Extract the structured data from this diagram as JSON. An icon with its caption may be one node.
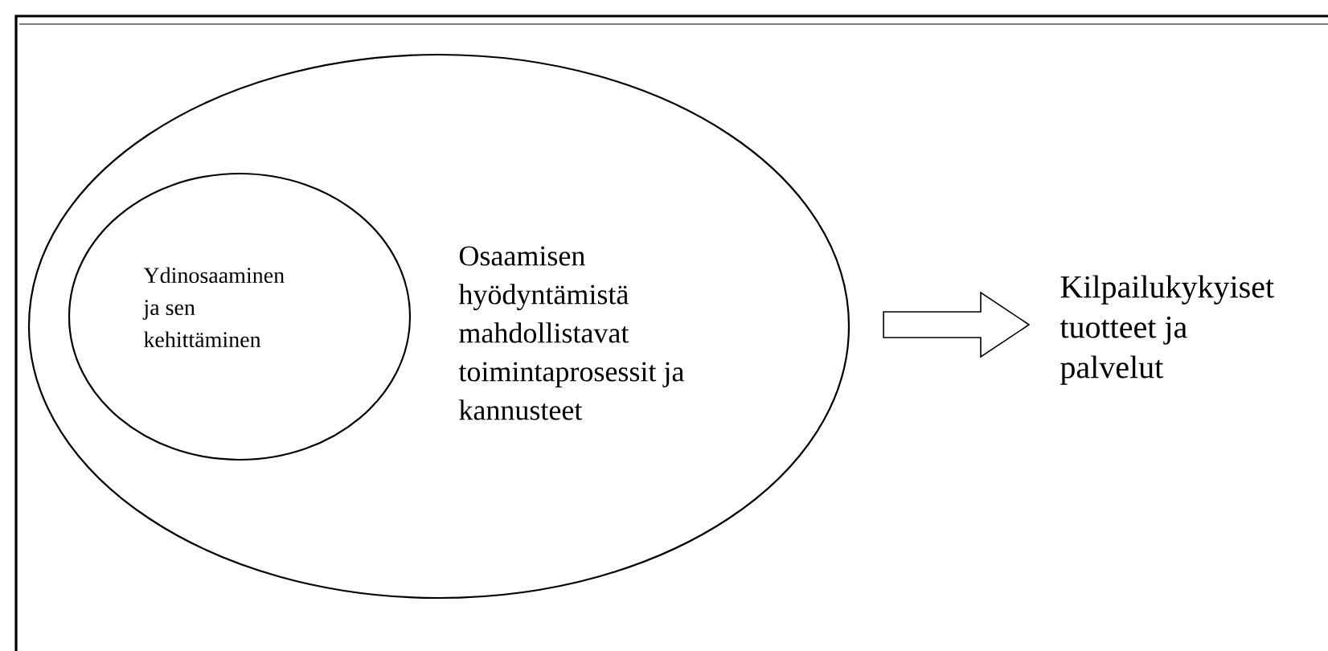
{
  "diagram": {
    "nodes": [
      {
        "text": [
          "Osaamisen hyödyntämistä mahdollistavat toimintaprosessit ja kannusteet"
        ]
      },
      {
        "text": [
          "Ydinosaaminen ja sen kehittäminen"
        ],
        "in": 0
      },
      {
        "text": [
          "Kilpailukykyiset tuotteet ja palvelut"
        ]
      }
    ],
    "edges": [
      {
        "from": 0,
        "to": 2,
        "arrow": "to"
      }
    ]
  }
}
